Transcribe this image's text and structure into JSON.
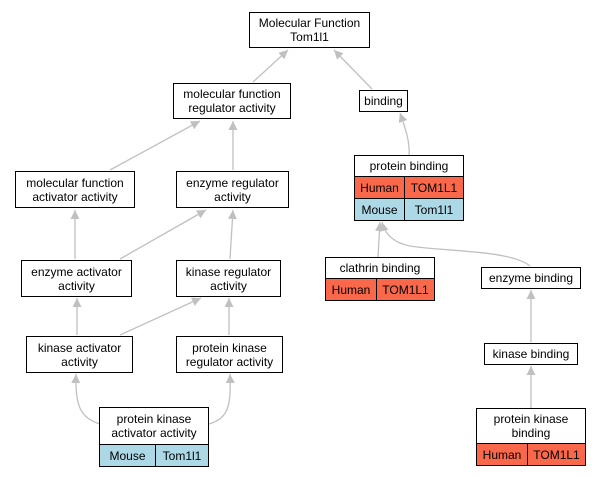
{
  "colors": {
    "human": "#f9684a",
    "mouse": "#add8e6",
    "edge": "#c0c0c0",
    "border": "#000000"
  },
  "nodes": {
    "root": {
      "line1": "Molecular Function",
      "line2": "Tom1l1"
    },
    "mf_regulator": {
      "line1": "molecular function",
      "line2": "regulator activity"
    },
    "binding": {
      "line1": "binding"
    },
    "mf_activator": {
      "line1": "molecular function",
      "line2": "activator activity"
    },
    "enzyme_regulator": {
      "line1": "enzyme regulator",
      "line2": "activity"
    },
    "enzyme_activator": {
      "line1": "enzyme activator",
      "line2": "activity"
    },
    "kinase_regulator": {
      "line1": "kinase regulator",
      "line2": "activity"
    },
    "kinase_activator": {
      "line1": "kinase activator",
      "line2": "activity"
    },
    "pk_regulator": {
      "line1": "protein kinase",
      "line2": "regulator activity"
    },
    "pk_activator": {
      "line1": "protein kinase",
      "line2": "activator activity",
      "rows": [
        {
          "species": "Mouse",
          "gene": "Tom1l1"
        }
      ]
    },
    "protein_binding": {
      "line1": "protein binding",
      "rows": [
        {
          "species": "Human",
          "gene": "TOM1L1"
        },
        {
          "species": "Mouse",
          "gene": "Tom1l1"
        }
      ]
    },
    "clathrin_binding": {
      "line1": "clathrin binding",
      "rows": [
        {
          "species": "Human",
          "gene": "TOM1L1"
        }
      ]
    },
    "enzyme_binding": {
      "line1": "enzyme binding"
    },
    "kinase_binding": {
      "line1": "kinase binding"
    },
    "pk_binding": {
      "line1": "protein kinase",
      "line2": "binding",
      "rows": [
        {
          "species": "Human",
          "gene": "TOM1L1"
        }
      ]
    }
  }
}
